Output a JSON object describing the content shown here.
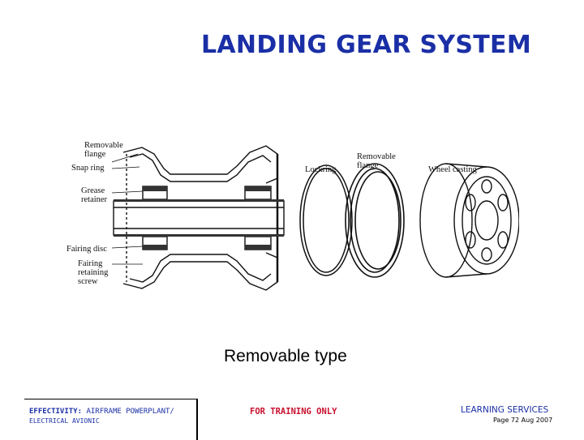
{
  "slide": {
    "title": "LANDING GEAR SYSTEM",
    "caption": "Removable type"
  },
  "figure": {
    "labels": {
      "removable_flange_left": "Removable\nflange",
      "snap_ring": "Snap ring",
      "grease_retainer": "Grease\nretainer",
      "fairing_disc": "Fairing disc",
      "fairing_retaining_screw": "Fairing\nretaining\nscrew",
      "lockring": "Lockring",
      "removable_flange_right": "Removable\nflange",
      "wheel_casting": "Wheel casting"
    }
  },
  "footer": {
    "effectivity_label": "EFFECTIVITY:",
    "effectivity_value": "AIRFRAME POWERPLANT/",
    "effectivity_line2": "ELECTRICAL AVIONIC",
    "training": "FOR TRAINING ONLY",
    "learning": "LEARNING SERVICES",
    "page_info": "Page 72 Aug 2007"
  },
  "colors": {
    "title": "#1a2fa6",
    "training": "#c8102e"
  }
}
